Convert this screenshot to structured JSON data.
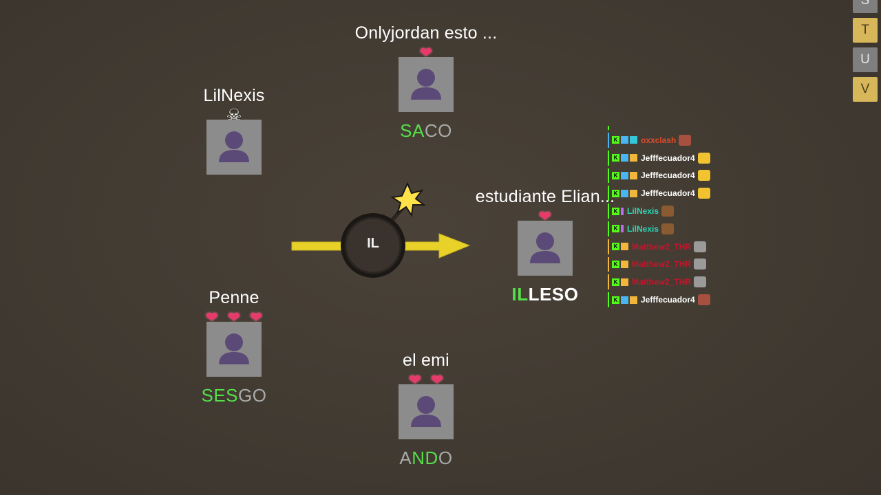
{
  "players": [
    {
      "name": "Onlyjordan esto ...",
      "lives": 1,
      "status": "heart",
      "word": {
        "used": "SA",
        "rest": "CO"
      }
    },
    {
      "name": "LilNexis",
      "lives": 0,
      "status": "skull",
      "word": null
    },
    {
      "name": "estudiante Elian...",
      "lives": 1,
      "status": "heart",
      "word": {
        "used": "IL",
        "rest": "LESO"
      }
    },
    {
      "name": "Penne",
      "lives": 3,
      "status": "heart",
      "word": {
        "used": "SES",
        "rest": "GO"
      }
    },
    {
      "name": "el emi",
      "lives": 2,
      "status": "heart",
      "word": {
        "prefix": "A",
        "used": "ND",
        "rest": "O"
      }
    }
  ],
  "bomb": {
    "syllable": "IL"
  },
  "letters": [
    {
      "letter": "S",
      "state": "gray"
    },
    {
      "letter": "T",
      "state": "gold"
    },
    {
      "letter": "U",
      "state": "gray"
    },
    {
      "letter": "V",
      "state": "gold"
    }
  ],
  "chat": [
    {
      "user": "",
      "color": "#e14b2b"
    },
    {
      "user": "oxxclash",
      "color": "#e14b2b",
      "badges": [
        "k",
        "bolt",
        "gift"
      ]
    },
    {
      "user": "Jefffecuador4",
      "color": "#ffffff",
      "badges": [
        "k",
        "bolt",
        "crown"
      ]
    },
    {
      "user": "Jefffecuador4",
      "color": "#ffffff",
      "badges": [
        "k",
        "bolt",
        "crown"
      ]
    },
    {
      "user": "Jefffecuador4",
      "color": "#ffffff",
      "badges": [
        "k",
        "bolt",
        "crown"
      ]
    },
    {
      "user": "LilNexis",
      "color": "#2fd6b5",
      "badges": [
        "k",
        "thin"
      ]
    },
    {
      "user": "LilNexis",
      "color": "#2fd6b5",
      "badges": [
        "k",
        "thin"
      ]
    },
    {
      "user": "Matthew2_THR",
      "color": "#c0172b",
      "badges": [
        "k",
        "crown"
      ]
    },
    {
      "user": "Matthew2_THR",
      "color": "#c0172b",
      "badges": [
        "k",
        "crown"
      ]
    },
    {
      "user": "Matthew2_THR",
      "color": "#c0172b",
      "badges": [
        "k",
        "crown"
      ]
    },
    {
      "user": "Jefffecuador4",
      "color": "#ffffff",
      "badges": [
        "k",
        "bolt",
        "crown"
      ]
    }
  ],
  "colors": {
    "accent": "#55e04a",
    "arrow": "#e8d22a",
    "heart": "#e83a6a",
    "tile_gold": "#d7b759"
  },
  "icons": {
    "heart": "heart-icon",
    "skull": "skull-icon",
    "bomb": "bomb-icon",
    "spark": "spark-icon",
    "avatar": "person-silhouette-icon"
  }
}
